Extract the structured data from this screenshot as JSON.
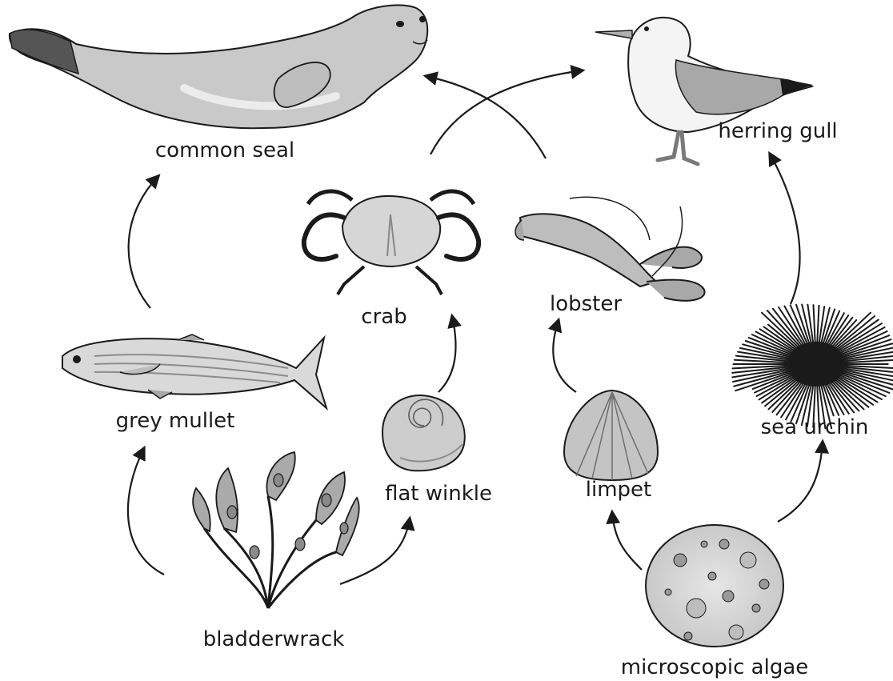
{
  "diagram": {
    "type": "food-web",
    "organisms": [
      {
        "id": "common-seal",
        "label": "common seal",
        "icon": "seal-icon"
      },
      {
        "id": "herring-gull",
        "label": "herring gull",
        "icon": "gull-icon"
      },
      {
        "id": "crab",
        "label": "crab",
        "icon": "crab-icon"
      },
      {
        "id": "lobster",
        "label": "lobster",
        "icon": "lobster-icon"
      },
      {
        "id": "grey-mullet",
        "label": "grey mullet",
        "icon": "mullet-icon"
      },
      {
        "id": "sea-urchin",
        "label": "sea urchin",
        "icon": "urchin-icon"
      },
      {
        "id": "flat-winkle",
        "label": "flat winkle",
        "icon": "winkle-icon"
      },
      {
        "id": "limpet",
        "label": "limpet",
        "icon": "limpet-icon"
      },
      {
        "id": "bladderwrack",
        "label": "bladderwrack",
        "icon": "seaweed-icon"
      },
      {
        "id": "microscopic-algae",
        "label": "microscopic algae",
        "icon": "algae-icon"
      }
    ],
    "links": [
      {
        "from": "bladderwrack",
        "to": "grey-mullet"
      },
      {
        "from": "bladderwrack",
        "to": "flat-winkle"
      },
      {
        "from": "grey-mullet",
        "to": "common-seal"
      },
      {
        "from": "flat-winkle",
        "to": "crab"
      },
      {
        "from": "crab",
        "to": "herring-gull"
      },
      {
        "from": "lobster",
        "to": "common-seal"
      },
      {
        "from": "limpet",
        "to": "lobster"
      },
      {
        "from": "microscopic-algae",
        "to": "limpet"
      },
      {
        "from": "microscopic-algae",
        "to": "sea-urchin"
      },
      {
        "from": "sea-urchin",
        "to": "herring-gull"
      }
    ]
  }
}
